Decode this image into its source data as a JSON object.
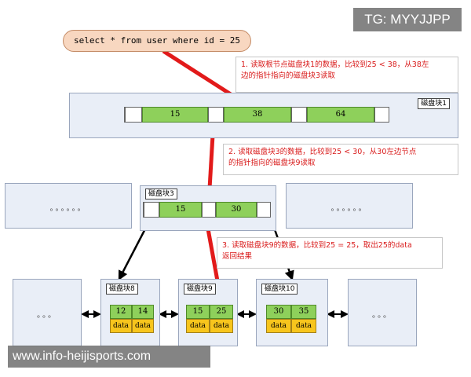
{
  "watermark_top": "TG: MYYJJPP",
  "watermark_bottom": "www.info-heijisports.com",
  "sql": "select * from user where id = 25",
  "notes": {
    "n1": [
      "1. 读取根节点磁盘块1的数据，比较到25 < 38，从38左",
      "边的指针指向的磁盘块3读取"
    ],
    "n2": [
      "2. 读取磁盘块3的数据，比较到25 < 30，从30左边节点",
      "的指针指向的磁盘块9读取"
    ],
    "n3": [
      "3. 读取磁盘块9的数据，比较到25 = 25，取出25的data",
      "返回结果"
    ]
  },
  "blocks": {
    "root": {
      "label": "磁盘块1",
      "keys": [
        "15",
        "38",
        "64"
      ]
    },
    "mid": {
      "label": "磁盘块3",
      "keys": [
        "15",
        "30"
      ]
    },
    "leaf8": {
      "label": "磁盘块8",
      "keys": [
        "12",
        "14"
      ],
      "data": [
        "data",
        "data"
      ]
    },
    "leaf9": {
      "label": "磁盘块9",
      "keys": [
        "15",
        "25"
      ],
      "data": [
        "data",
        "data"
      ]
    },
    "leaf10": {
      "label": "磁盘块10",
      "keys": [
        "30",
        "35"
      ],
      "data": [
        "data",
        "data"
      ]
    }
  },
  "ellipsis_mid": "。。。。。。",
  "ellipsis_leaf": "。。。"
}
